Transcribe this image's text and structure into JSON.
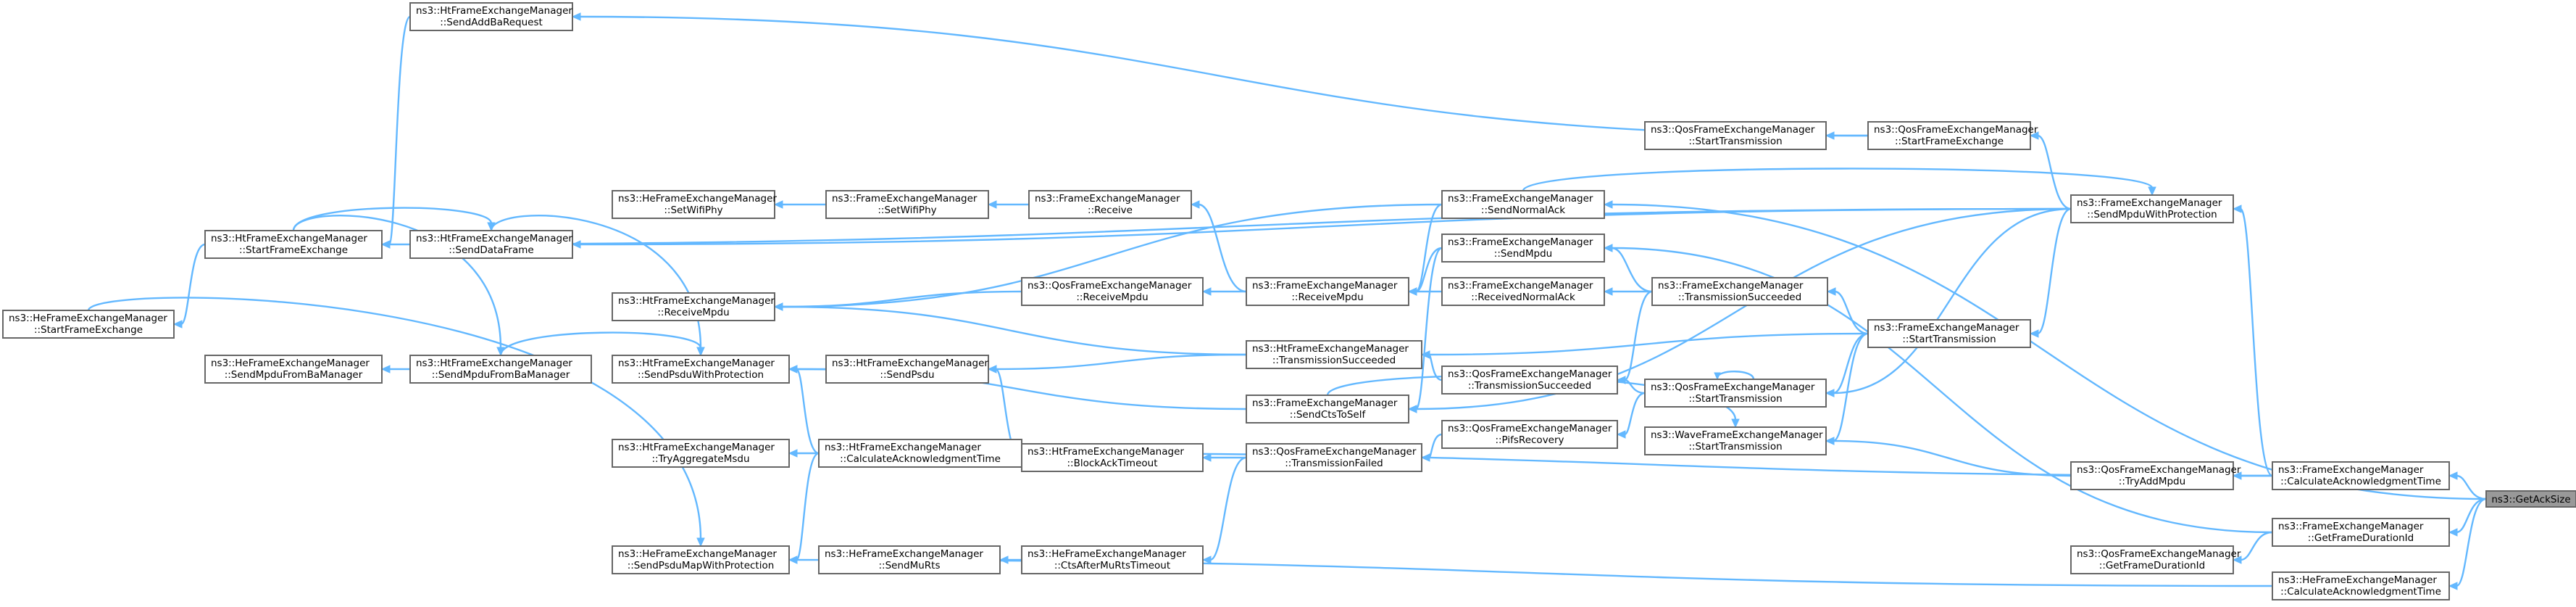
{
  "graph": {
    "title": "",
    "nodes": [
      {
        "id": "getacksize",
        "lines": [
          "ns3::GetAckSize"
        ],
        "focus": true
      },
      {
        "id": "fem_calcack",
        "lines": [
          "ns3::FrameExchangeManager",
          "::CalculateAcknowledgmentTime"
        ]
      },
      {
        "id": "fem_getdur",
        "lines": [
          "ns3::FrameExchangeManager",
          "::GetFrameDurationId"
        ]
      },
      {
        "id": "hefem_calcack",
        "lines": [
          "ns3::HeFrameExchangeManager",
          "::CalculateAcknowledgmentTime"
        ]
      },
      {
        "id": "fem_sendmpdu_prot",
        "lines": [
          "ns3::FrameExchangeManager",
          "::SendMpduWithProtection"
        ]
      },
      {
        "id": "qfem_tryadd",
        "lines": [
          "ns3::QosFrameExchangeManager",
          "::TryAddMpdu"
        ]
      },
      {
        "id": "qfem_getdur",
        "lines": [
          "ns3::QosFrameExchangeManager",
          "::GetFrameDurationId"
        ]
      },
      {
        "id": "fem_starttx",
        "lines": [
          "ns3::FrameExchangeManager",
          "::StartTransmission"
        ]
      },
      {
        "id": "qfem_startfe",
        "lines": [
          "ns3::QosFrameExchangeManager",
          "::StartFrameExchange"
        ]
      },
      {
        "id": "qfem_starttx",
        "lines": [
          "ns3::QosFrameExchangeManager",
          "::StartTransmission"
        ]
      },
      {
        "id": "wfem_starttx",
        "lines": [
          "ns3::WaveFrameExchangeManager",
          "::StartTransmission"
        ]
      },
      {
        "id": "qfem_starttx2",
        "lines": [
          "ns3::QosFrameExchangeManager",
          "::StartTransmission"
        ]
      },
      {
        "id": "fem_sendnormalack",
        "lines": [
          "ns3::FrameExchangeManager",
          "::SendNormalAck"
        ]
      },
      {
        "id": "fem_sendmpdu",
        "lines": [
          "ns3::FrameExchangeManager",
          "::SendMpdu"
        ]
      },
      {
        "id": "fem_txsucc",
        "lines": [
          "ns3::FrameExchangeManager",
          "::TransmissionSucceeded"
        ]
      },
      {
        "id": "fem_recvnormalack",
        "lines": [
          "ns3::FrameExchangeManager",
          "::ReceivedNormalAck"
        ]
      },
      {
        "id": "qfem_txsucc",
        "lines": [
          "ns3::QosFrameExchangeManager",
          "::TransmissionSucceeded"
        ]
      },
      {
        "id": "qfem_pifs",
        "lines": [
          "ns3::QosFrameExchangeManager",
          "::PifsRecovery"
        ]
      },
      {
        "id": "fem_receivempdu",
        "lines": [
          "ns3::FrameExchangeManager",
          "::ReceiveMpdu"
        ]
      },
      {
        "id": "fem_receive",
        "lines": [
          "ns3::FrameExchangeManager",
          "::Receive"
        ]
      },
      {
        "id": "fem_setwifiphy",
        "lines": [
          "ns3::FrameExchangeManager",
          "::SetWifiPhy"
        ]
      },
      {
        "id": "hefem_setwifiphy",
        "lines": [
          "ns3::HeFrameExchangeManager",
          "::SetWifiPhy"
        ]
      },
      {
        "id": "qfem_receivempdu",
        "lines": [
          "ns3::QosFrameExchangeManager",
          "::ReceiveMpdu"
        ]
      },
      {
        "id": "htfem_txsucc",
        "lines": [
          "ns3::HtFrameExchangeManager",
          "::TransmissionSucceeded"
        ]
      },
      {
        "id": "fem_sendctstoself",
        "lines": [
          "ns3::FrameExchangeManager",
          "::SendCtsToSelf"
        ]
      },
      {
        "id": "qfem_txfailed",
        "lines": [
          "ns3::QosFrameExchangeManager",
          "::TransmissionFailed"
        ]
      },
      {
        "id": "htfem_sendpsdu",
        "lines": [
          "ns3::HtFrameExchangeManager",
          "::SendPsdu"
        ]
      },
      {
        "id": "htfem_blockacktimeout",
        "lines": [
          "ns3::HtFrameExchangeManager",
          "::BlockAckTimeout"
        ]
      },
      {
        "id": "hefem_ctsaftermurts",
        "lines": [
          "ns3::HeFrameExchangeManager",
          "::CtsAfterMuRtsTimeout"
        ]
      },
      {
        "id": "hefem_sendmurts",
        "lines": [
          "ns3::HeFrameExchangeManager",
          "::SendMuRts"
        ]
      },
      {
        "id": "htfem_sendaddba",
        "lines": [
          "ns3::HtFrameExchangeManager",
          "::SendAddBaRequest"
        ]
      },
      {
        "id": "htfem_startfe",
        "lines": [
          "ns3::HtFrameExchangeManager",
          "::StartFrameExchange"
        ]
      },
      {
        "id": "htfem_senddataframe",
        "lines": [
          "ns3::HtFrameExchangeManager",
          "::SendDataFrame"
        ]
      },
      {
        "id": "htfem_receivempdu",
        "lines": [
          "ns3::HtFrameExchangeManager",
          "::ReceiveMpdu"
        ]
      },
      {
        "id": "htfem_sendpsdu_prot",
        "lines": [
          "ns3::HtFrameExchangeManager",
          "::SendPsduWithProtection"
        ]
      },
      {
        "id": "htfem_tryaggr",
        "lines": [
          "ns3::HtFrameExchangeManager",
          "::TryAggregateMsdu"
        ]
      },
      {
        "id": "htfem_calcack",
        "lines": [
          "ns3::HtFrameExchangeManager",
          "::CalculateAcknowledgmentTime"
        ]
      },
      {
        "id": "hefem_sendpsdumap",
        "lines": [
          "ns3::HeFrameExchangeManager",
          "::SendPsduMapWithProtection"
        ]
      },
      {
        "id": "htfem_sendmpdufromba",
        "lines": [
          "ns3::HtFrameExchangeManager",
          "::SendMpduFromBaManager"
        ]
      },
      {
        "id": "hefem_sendmpdufromba",
        "lines": [
          "ns3::HeFrameExchangeManager",
          "::SendMpduFromBaManager"
        ]
      },
      {
        "id": "hefem_startfe",
        "lines": [
          "ns3::HeFrameExchangeManager",
          "::StartFrameExchange"
        ]
      }
    ],
    "edges": [
      [
        "fem_calcack",
        "getacksize"
      ],
      [
        "fem_getdur",
        "getacksize"
      ],
      [
        "hefem_calcack",
        "getacksize"
      ],
      [
        "fem_sendnormalack",
        "getacksize"
      ],
      [
        "fem_sendmpdu",
        "fem_getdur"
      ],
      [
        "fem_sendmpdu_prot",
        "fem_calcack"
      ],
      [
        "qfem_tryadd",
        "fem_calcack"
      ],
      [
        "htfem_calcack",
        "fem_calcack"
      ],
      [
        "qfem_getdur",
        "fem_getdur"
      ],
      [
        "hefem_sendpsdumap",
        "hefem_calcack"
      ],
      [
        "fem_starttx",
        "fem_sendmpdu_prot"
      ],
      [
        "qfem_startfe",
        "fem_sendmpdu_prot"
      ],
      [
        "qfem_starttx",
        "fem_sendmpdu_prot"
      ],
      [
        "fem_sendctstoself",
        "fem_sendmpdu_prot"
      ],
      [
        "htfem_startfe",
        "fem_sendmpdu_prot"
      ],
      [
        "htfem_senddataframe",
        "fem_sendmpdu_prot"
      ],
      [
        "fem_sendmpdu_prot",
        "fem_sendnormalack"
      ],
      [
        "wfem_starttx",
        "qfem_tryadd"
      ],
      [
        "fem_txsucc",
        "fem_starttx"
      ],
      [
        "qfem_starttx",
        "fem_starttx"
      ],
      [
        "wfem_starttx",
        "fem_starttx"
      ],
      [
        "htfem_txsucc",
        "fem_starttx"
      ],
      [
        "qfem_starttx2",
        "qfem_startfe"
      ],
      [
        "htfem_sendaddba",
        "qfem_startfe"
      ],
      [
        "qfem_pifs",
        "qfem_starttx"
      ],
      [
        "qfem_txsucc",
        "qfem_starttx"
      ],
      [
        "qfem_starttx",
        "qfem_starttx"
      ],
      [
        "fem_sendmpdu",
        "fem_txsucc"
      ],
      [
        "fem_recvnormalack",
        "fem_txsucc"
      ],
      [
        "qfem_txsucc",
        "fem_txsucc"
      ],
      [
        "htfem_txsucc",
        "qfem_txsucc"
      ],
      [
        "qfem_txfailed",
        "qfem_pifs"
      ],
      [
        "fem_receivempdu",
        "fem_recvnormalack"
      ],
      [
        "fem_receivempdu",
        "fem_sendnormalack"
      ],
      [
        "fem_receivempdu",
        "fem_sendmpdu"
      ],
      [
        "fem_receive",
        "fem_receivempdu"
      ],
      [
        "qfem_receivempdu",
        "fem_receivempdu"
      ],
      [
        "fem_setwifiphy",
        "fem_receive"
      ],
      [
        "hefem_setwifiphy",
        "fem_setwifiphy"
      ],
      [
        "htfem_receivempdu",
        "qfem_receivempdu"
      ],
      [
        "htfem_receivempdu",
        "fem_sendnormalack"
      ],
      [
        "htfem_sendpsdu",
        "htfem_txsucc"
      ],
      [
        "htfem_receivempdu",
        "htfem_txsucc"
      ],
      [
        "htfem_sendpsdu_prot",
        "fem_sendctstoself"
      ],
      [
        "fem_sendctstoself",
        "fem_sendmpdu"
      ],
      [
        "wfem_starttx",
        "fem_sendctstoself"
      ],
      [
        "htfem_blockacktimeout",
        "qfem_txfailed"
      ],
      [
        "hefem_ctsaftermurts",
        "qfem_txfailed"
      ],
      [
        "htfem_sendpsdu",
        "htfem_blockacktimeout"
      ],
      [
        "hefem_sendmurts",
        "hefem_ctsaftermurts"
      ],
      [
        "htfem_sendpsdu_prot",
        "htfem_sendpsdu"
      ],
      [
        "htfem_startfe",
        "htfem_sendaddba"
      ],
      [
        "hefem_startfe",
        "htfem_startfe"
      ],
      [
        "htfem_senddataframe",
        "htfem_startfe"
      ],
      [
        "htfem_sendmpdufromba",
        "htfem_startfe"
      ],
      [
        "htfem_sendpsdu_prot",
        "htfem_senddataframe"
      ],
      [
        "htfem_sendpsdu_prot",
        "htfem_sendmpdufromba"
      ],
      [
        "htfem_sendpsdu_prot",
        "htfem_calcack"
      ],
      [
        "htfem_tryaggr",
        "htfem_calcack"
      ],
      [
        "hefem_sendpsdumap",
        "htfem_calcack"
      ],
      [
        "hefem_sendpsdumap",
        "hefem_startfe"
      ],
      [
        "hefem_sendmpdufromba",
        "htfem_sendmpdufromba"
      ]
    ]
  }
}
